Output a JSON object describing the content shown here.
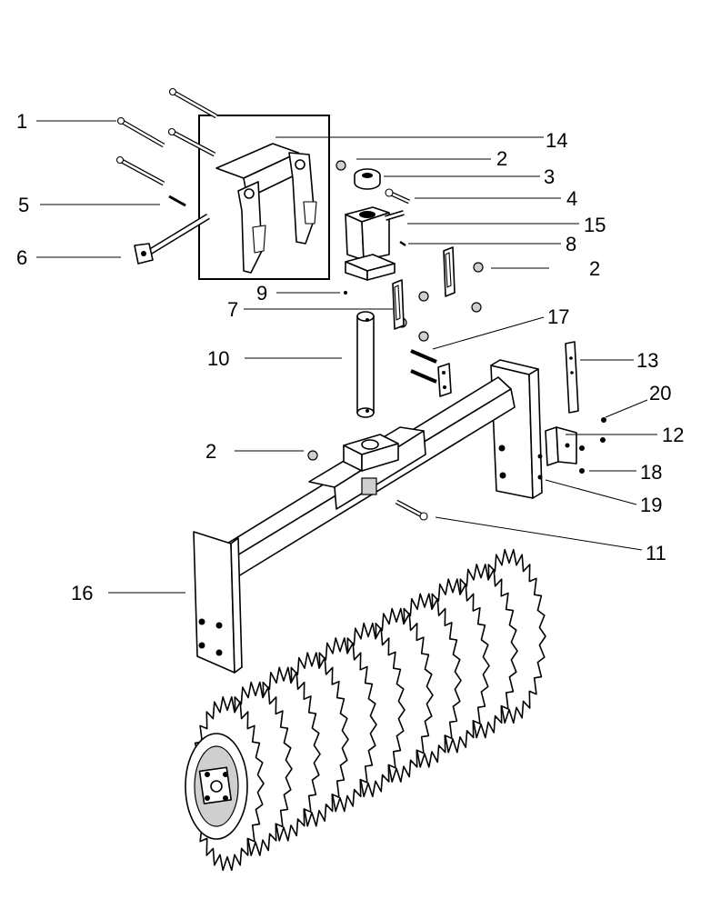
{
  "diagram": {
    "callouts": [
      {
        "id": "1",
        "label": "1"
      },
      {
        "id": "2a",
        "label": "2"
      },
      {
        "id": "2b",
        "label": "2"
      },
      {
        "id": "2c",
        "label": "2"
      },
      {
        "id": "3",
        "label": "3"
      },
      {
        "id": "4",
        "label": "4"
      },
      {
        "id": "5",
        "label": "5"
      },
      {
        "id": "6",
        "label": "6"
      },
      {
        "id": "7",
        "label": "7"
      },
      {
        "id": "8",
        "label": "8"
      },
      {
        "id": "9",
        "label": "9"
      },
      {
        "id": "10",
        "label": "10"
      },
      {
        "id": "11",
        "label": "11"
      },
      {
        "id": "12",
        "label": "12"
      },
      {
        "id": "13",
        "label": "13"
      },
      {
        "id": "14",
        "label": "14"
      },
      {
        "id": "15",
        "label": "15"
      },
      {
        "id": "16",
        "label": "16"
      },
      {
        "id": "17",
        "label": "17"
      },
      {
        "id": "18",
        "label": "18"
      },
      {
        "id": "19",
        "label": "19"
      },
      {
        "id": "20",
        "label": "20"
      }
    ],
    "colors": {
      "line": "#000000",
      "background": "#ffffff",
      "shade": "#cfcfcf"
    }
  }
}
